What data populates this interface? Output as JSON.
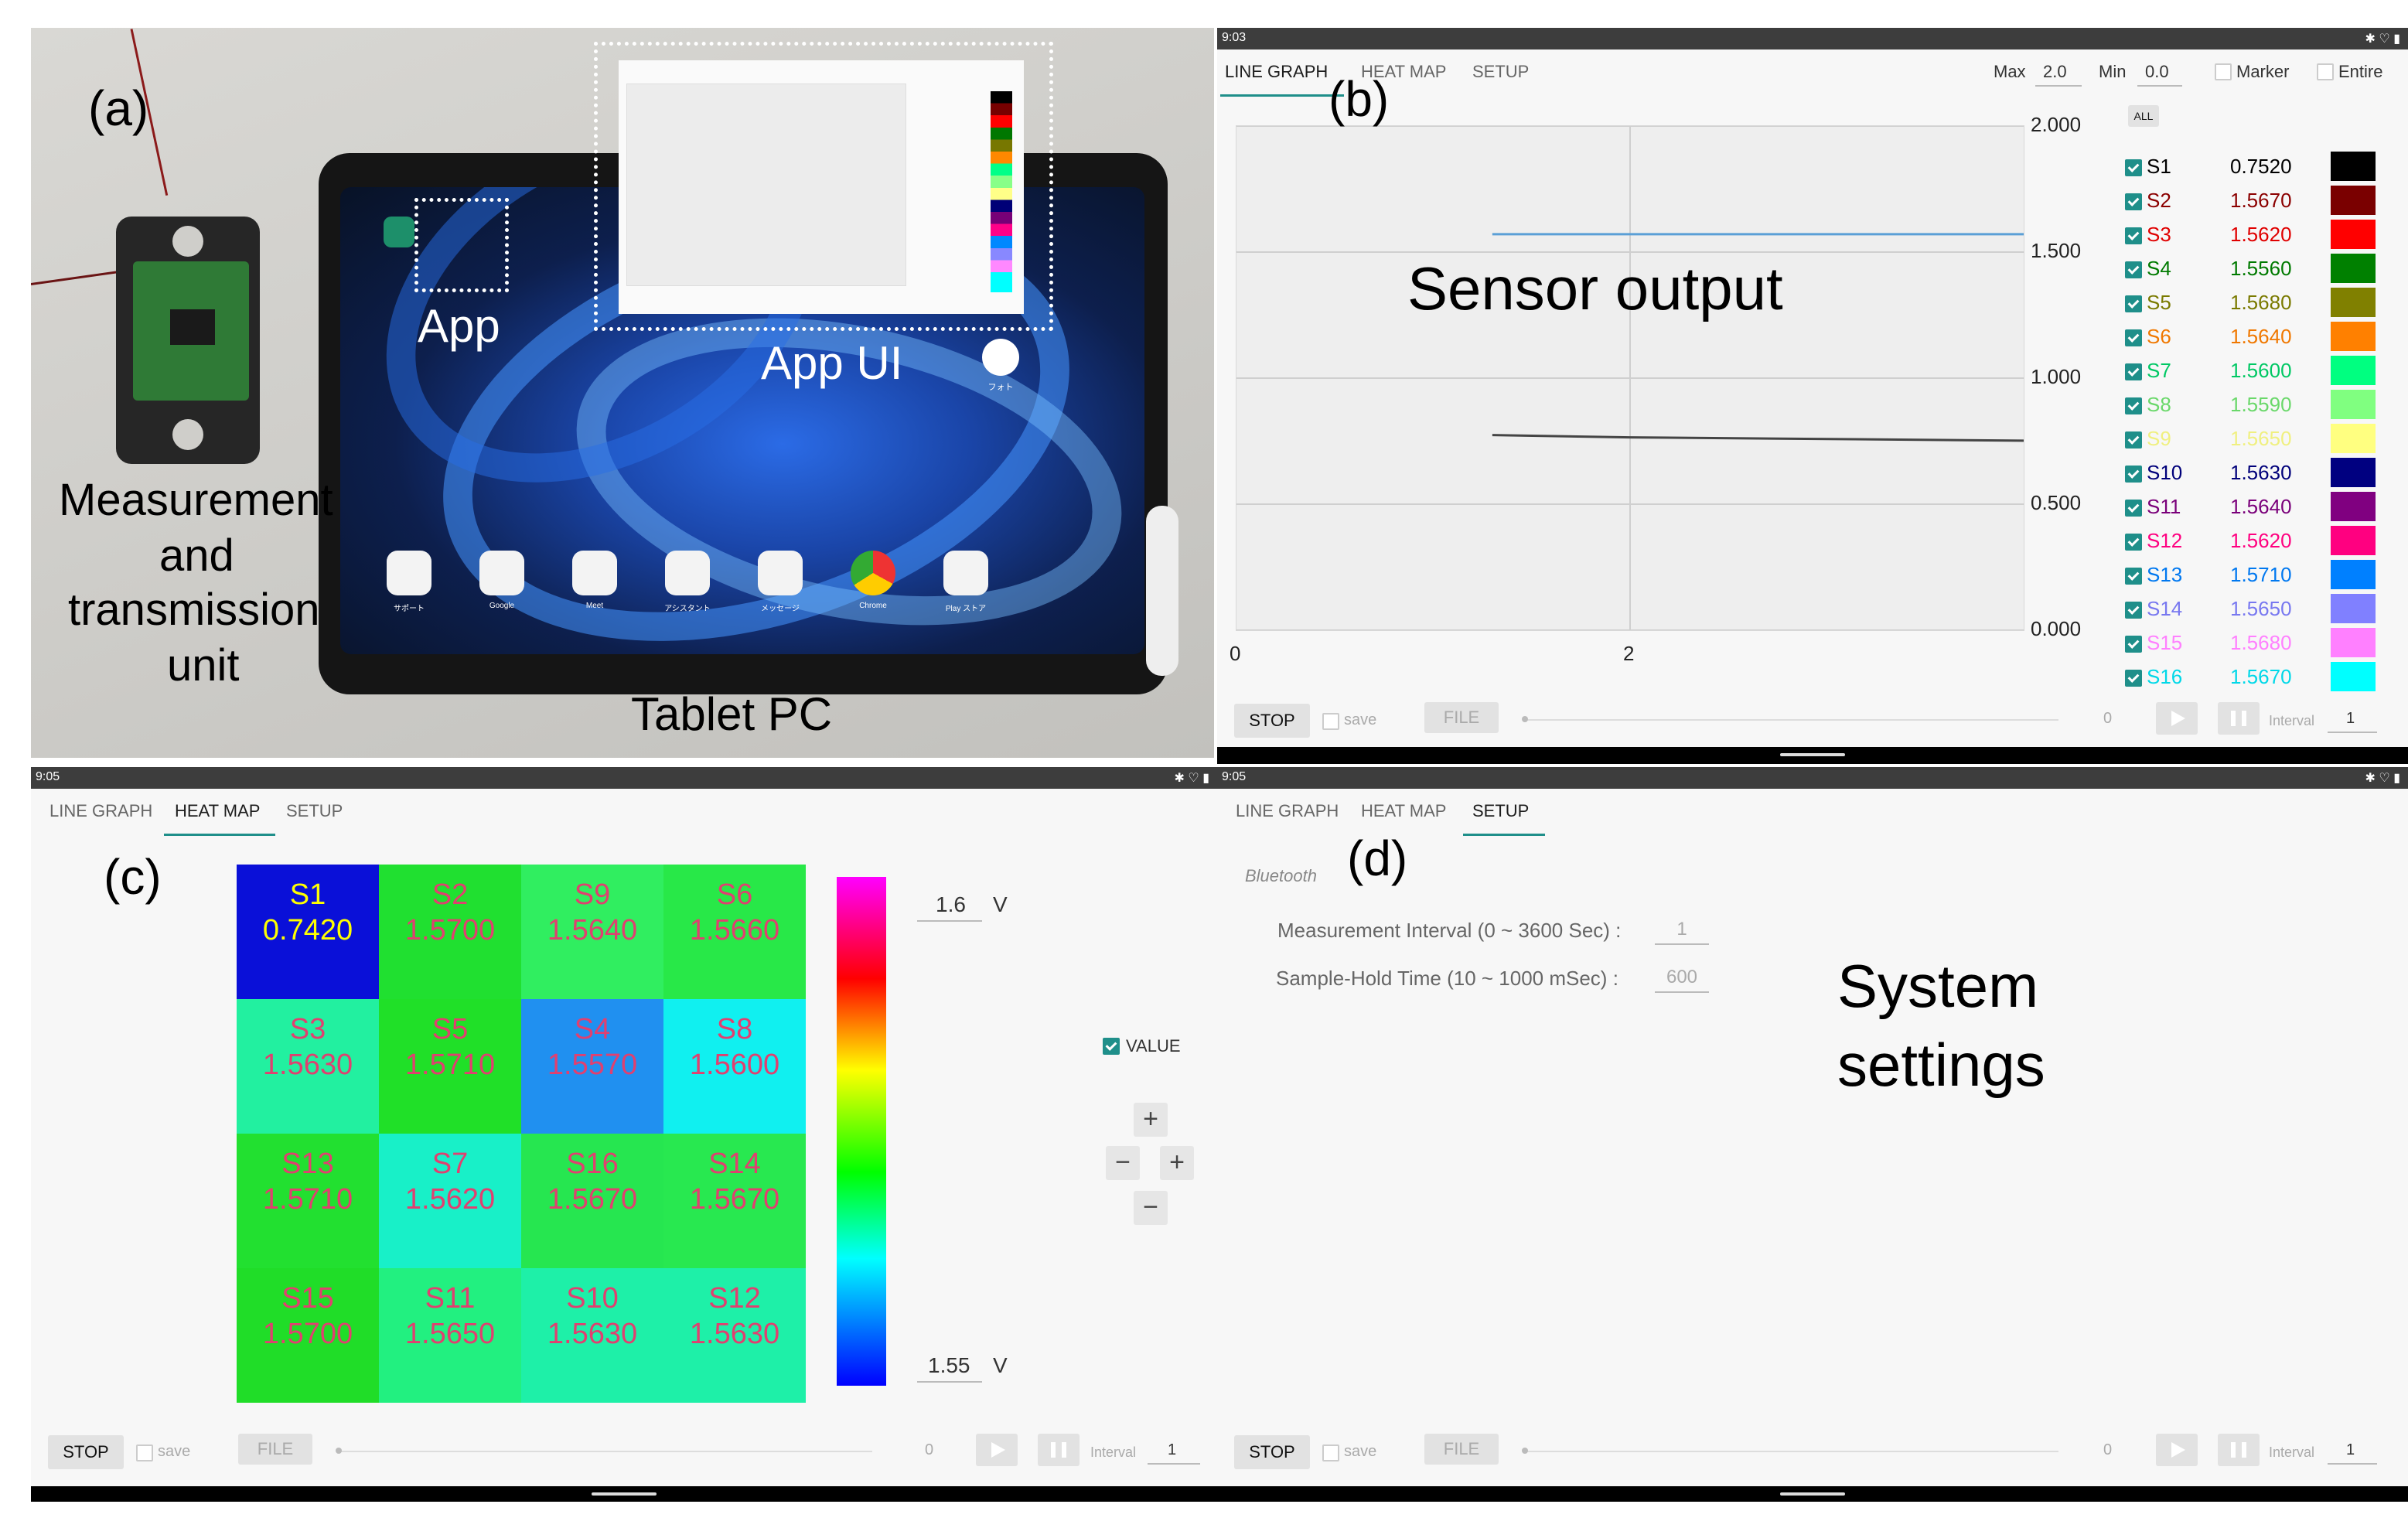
{
  "panel_a": {
    "label": "(a)",
    "device_label_lines": [
      "Measurement",
      "and",
      "transmission",
      "unit"
    ],
    "app_label": "App",
    "app_ui_label": "App UI",
    "tablet_label": "Tablet PC",
    "dock_labels": [
      "サポート",
      "Google",
      "Meet",
      "アシスタント",
      "メッセージ",
      "Chrome",
      "Play ストア"
    ],
    "photos_label": "フォト"
  },
  "panel_b": {
    "label": "(b)",
    "status_time": "9:03",
    "status_icons": "✱ ♡ ▮",
    "tabs": [
      "LINE GRAPH",
      "HEAT MAP",
      "SETUP"
    ],
    "active_tab": "LINE GRAPH",
    "max_label": "Max",
    "max_value": "2.0",
    "min_label": "Min",
    "min_value": "0.0",
    "marker_label": "Marker",
    "entire_label": "Entire",
    "all_button": "ALL",
    "overlay_text": "Sensor output",
    "legend": [
      {
        "name": "S1",
        "value": "0.7520",
        "color": "#000000",
        "text_color": "#000000",
        "checked": true
      },
      {
        "name": "S2",
        "value": "1.5670",
        "color": "#7a0000",
        "text_color": "#8b0000",
        "checked": true
      },
      {
        "name": "S3",
        "value": "1.5620",
        "color": "#ff0000",
        "text_color": "#e00000",
        "checked": true
      },
      {
        "name": "S4",
        "value": "1.5560",
        "color": "#008000",
        "text_color": "#007a00",
        "checked": true
      },
      {
        "name": "S5",
        "value": "1.5680",
        "color": "#808000",
        "text_color": "#7a7a00",
        "checked": true
      },
      {
        "name": "S6",
        "value": "1.5640",
        "color": "#ff8000",
        "text_color": "#f07800",
        "checked": true
      },
      {
        "name": "S7",
        "value": "1.5600",
        "color": "#00ff80",
        "text_color": "#00c864",
        "checked": true
      },
      {
        "name": "S8",
        "value": "1.5590",
        "color": "#80ff80",
        "text_color": "#6ad86a",
        "checked": true
      },
      {
        "name": "S9",
        "value": "1.5650",
        "color": "#ffff80",
        "text_color": "#f0f080",
        "checked": true
      },
      {
        "name": "S10",
        "value": "1.5630",
        "color": "#000080",
        "text_color": "#00007a",
        "checked": true
      },
      {
        "name": "S11",
        "value": "1.5640",
        "color": "#800080",
        "text_color": "#7a007a",
        "checked": true
      },
      {
        "name": "S12",
        "value": "1.5620",
        "color": "#ff0080",
        "text_color": "#ff0080",
        "checked": true
      },
      {
        "name": "S13",
        "value": "1.5710",
        "color": "#0080ff",
        "text_color": "#0078f0",
        "checked": true
      },
      {
        "name": "S14",
        "value": "1.5650",
        "color": "#8080ff",
        "text_color": "#7878f0",
        "checked": true
      },
      {
        "name": "S15",
        "value": "1.5680",
        "color": "#ff80ff",
        "text_color": "#ff80ff",
        "checked": true
      },
      {
        "name": "S16",
        "value": "1.5670",
        "color": "#00ffff",
        "text_color": "#00d8e8",
        "checked": true
      }
    ],
    "bottom": {
      "stop": "STOP",
      "save": "save",
      "file": "FILE",
      "counter": "0",
      "interval_label": "Interval",
      "interval_value": "1"
    }
  },
  "chart_data": {
    "type": "line",
    "ylim": [
      0.0,
      2.0
    ],
    "yticks": [
      "2.000",
      "1.500",
      "1.000",
      "0.500",
      "0.000"
    ],
    "xticks": [
      "0",
      "2"
    ],
    "xlim": [
      0,
      4
    ],
    "series": [
      {
        "name": "S1",
        "x": [
          1.3,
          2,
          4
        ],
        "y": [
          0.774,
          0.765,
          0.752
        ],
        "color": "#444444"
      },
      {
        "name": "S13",
        "x": [
          1.3,
          2,
          4
        ],
        "y": [
          1.571,
          1.571,
          1.571
        ],
        "color": "#5a9fd6"
      }
    ]
  },
  "panel_c": {
    "label": "(c)",
    "status_time": "9:05",
    "status_icons": "✱ ♡ ▮",
    "tabs": [
      "LINE GRAPH",
      "HEAT MAP",
      "SETUP"
    ],
    "active_tab": "HEAT MAP",
    "heatmap": [
      [
        {
          "name": "S1",
          "value": "0.7420",
          "bg": "#0a10d8",
          "fg": "#ffff00"
        },
        {
          "name": "S2",
          "value": "1.5700",
          "bg": "#20e030",
          "fg": "#e04070"
        },
        {
          "name": "S9",
          "value": "1.5640",
          "bg": "#30ee60",
          "fg": "#e04070"
        },
        {
          "name": "S6",
          "value": "1.5660",
          "bg": "#28e848",
          "fg": "#e04070"
        }
      ],
      [
        {
          "name": "S3",
          "value": "1.5630",
          "bg": "#22f0a0",
          "fg": "#e04070"
        },
        {
          "name": "S5",
          "value": "1.5710",
          "bg": "#20e028",
          "fg": "#e04070"
        },
        {
          "name": "S4",
          "value": "1.5570",
          "bg": "#2090f0",
          "fg": "#e04070"
        },
        {
          "name": "S8",
          "value": "1.5600",
          "bg": "#10f0f0",
          "fg": "#e04070"
        }
      ],
      [
        {
          "name": "S13",
          "value": "1.5710",
          "bg": "#22e030",
          "fg": "#e04070"
        },
        {
          "name": "S7",
          "value": "1.5620",
          "bg": "#18f0c8",
          "fg": "#e04070"
        },
        {
          "name": "S16",
          "value": "1.5670",
          "bg": "#26e650",
          "fg": "#e04070"
        },
        {
          "name": "S14",
          "value": "1.5670",
          "bg": "#28e850",
          "fg": "#e04070"
        }
      ],
      [
        {
          "name": "S15",
          "value": "1.5700",
          "bg": "#20dd28",
          "fg": "#e04070"
        },
        {
          "name": "S11",
          "value": "1.5650",
          "bg": "#22f080",
          "fg": "#e04070"
        },
        {
          "name": "S10",
          "value": "1.5630",
          "bg": "#1ef0a8",
          "fg": "#e04070"
        },
        {
          "name": "S12",
          "value": "1.5630",
          "bg": "#1ef0a8",
          "fg": "#e04070"
        }
      ]
    ],
    "scale_max": "1.6",
    "scale_min": "1.55",
    "unit": "V",
    "value_checkbox_label": "VALUE",
    "plus": "+",
    "minus": "−",
    "bottom": {
      "stop": "STOP",
      "save": "save",
      "file": "FILE",
      "counter": "0",
      "interval_label": "Interval",
      "interval_value": "1"
    }
  },
  "panel_d": {
    "label": "(d)",
    "status_time": "9:05",
    "status_icons": "✱ ♡ ▮",
    "tabs": [
      "LINE GRAPH",
      "HEAT MAP",
      "SETUP"
    ],
    "active_tab": "SETUP",
    "bluetooth_label": "Bluetooth",
    "interval_row_label": "Measurement Interval (0 ~ 3600 Sec) :",
    "interval_row_value": "1",
    "hold_row_label": "Sample-Hold Time (10 ~ 1000 mSec) :",
    "hold_row_value": "600",
    "overlay_lines": [
      "System",
      "settings"
    ],
    "bottom": {
      "stop": "STOP",
      "save": "save",
      "file": "FILE",
      "counter": "0",
      "interval_label": "Interval",
      "interval_value": "1"
    }
  }
}
